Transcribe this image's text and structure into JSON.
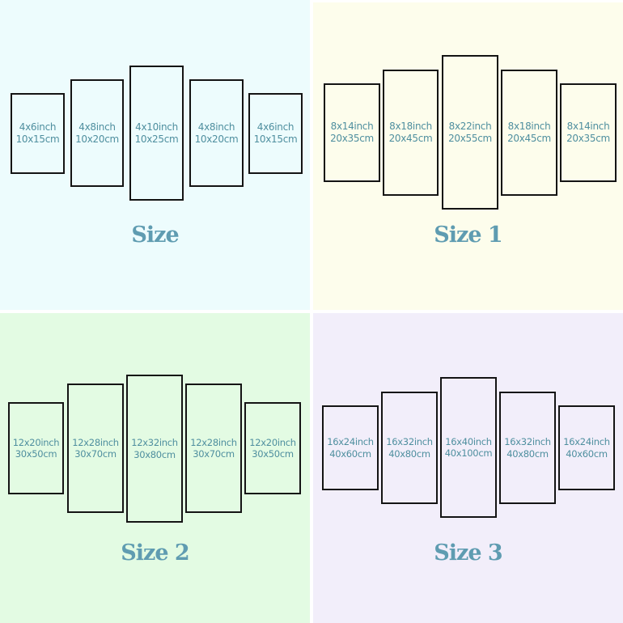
{
  "colors": {
    "frame": "#141414",
    "text": "#4f8f9f",
    "title": "#5f9cb1",
    "divider": "#ffffff"
  },
  "sections": [
    {
      "title": "Size",
      "background": "#edfcfd",
      "panels": [
        {
          "inch": "4x6inch",
          "cm": "10x15cm"
        },
        {
          "inch": "4x8inch",
          "cm": "10x20cm"
        },
        {
          "inch": "4x10inch",
          "cm": "10x25cm"
        },
        {
          "inch": "4x8inch",
          "cm": "10x20cm"
        },
        {
          "inch": "4x6inch",
          "cm": "10x15cm"
        }
      ]
    },
    {
      "title": "Size 1",
      "background": "#fdfdec",
      "panels": [
        {
          "inch": "8x14inch",
          "cm": "20x35cm"
        },
        {
          "inch": "8x18inch",
          "cm": "20x45cm"
        },
        {
          "inch": "8x22inch",
          "cm": "20x55cm"
        },
        {
          "inch": "8x18inch",
          "cm": "20x45cm"
        },
        {
          "inch": "8x14inch",
          "cm": "20x35cm"
        }
      ]
    },
    {
      "title": "Size 2",
      "background": "#e3fbe3",
      "panels": [
        {
          "inch": "12x20inch",
          "cm": "30x50cm"
        },
        {
          "inch": "12x28inch",
          "cm": "30x70cm"
        },
        {
          "inch": "12x32inch",
          "cm": "30x80cm"
        },
        {
          "inch": "12x28inch",
          "cm": "30x70cm"
        },
        {
          "inch": "12x20inch",
          "cm": "30x50cm"
        }
      ]
    },
    {
      "title": "Size 3",
      "background": "#f2eefa",
      "panels": [
        {
          "inch": "16x24inch",
          "cm": "40x60cm"
        },
        {
          "inch": "16x32inch",
          "cm": "40x80cm"
        },
        {
          "inch": "16x40inch",
          "cm": "40x100cm"
        },
        {
          "inch": "16x32inch",
          "cm": "40x80cm"
        },
        {
          "inch": "16x24inch",
          "cm": "40x60cm"
        }
      ]
    }
  ]
}
